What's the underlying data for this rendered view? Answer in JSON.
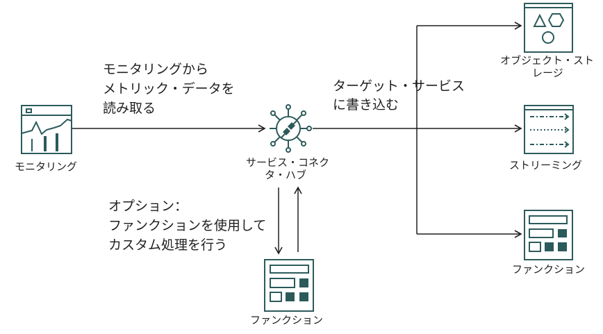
{
  "nodes": {
    "monitoring": {
      "label": "モニタリング",
      "icon": "monitoring-icon"
    },
    "service_connector_hub": {
      "label_line1": "サービス・コネク",
      "label_line2": "タ・ハブ",
      "icon": "connector-hub-icon"
    },
    "function_bottom": {
      "label": "ファンクション",
      "icon": "function-icon"
    },
    "object_storage": {
      "label_line1": "オブジェクト・スト",
      "label_line2": "レージ",
      "icon": "object-storage-icon"
    },
    "streaming": {
      "label": "ストリーミング",
      "icon": "streaming-icon"
    },
    "function_right": {
      "label": "ファンクション",
      "icon": "function-icon"
    }
  },
  "edges": {
    "read": {
      "line1": "モニタリングから",
      "line2": "メトリック・データを",
      "line3": "読み取る"
    },
    "write": {
      "line1": "ターゲット・サービス",
      "line2": "に書き込む"
    },
    "option": {
      "line1": "オプション：",
      "line2": "ファンクションを使用して",
      "line3": "カスタム処理を行う"
    }
  },
  "colors": {
    "icon": "#2c5a5b",
    "line": "#1f1f1f"
  }
}
